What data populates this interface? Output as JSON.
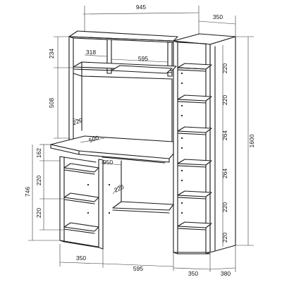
{
  "dimensions": {
    "total_width": "945",
    "tower_depth_top": "350",
    "top_shelf_height": "234",
    "niche_width": "318",
    "niche_center_width": "595",
    "hutch_height": "508",
    "desk_depth_upper": "220",
    "desk_top_depth": "500",
    "desk_length": "950",
    "desk_panel_162": "162",
    "left_shelf_220_a": "220",
    "left_shelf_220_b": "220",
    "desk_height": "746",
    "lower_shelf_depth": "220",
    "bottom_left_width": "350",
    "bottom_center_width": "595",
    "bottom_right_width": "350",
    "bottom_right_depth": "380",
    "tower_height": "1600",
    "tower_shelf_1": "220",
    "tower_shelf_2": "220",
    "tower_shelf_3": "264",
    "tower_shelf_4": "264",
    "tower_shelf_5": "220",
    "tower_shelf_6": "220"
  }
}
